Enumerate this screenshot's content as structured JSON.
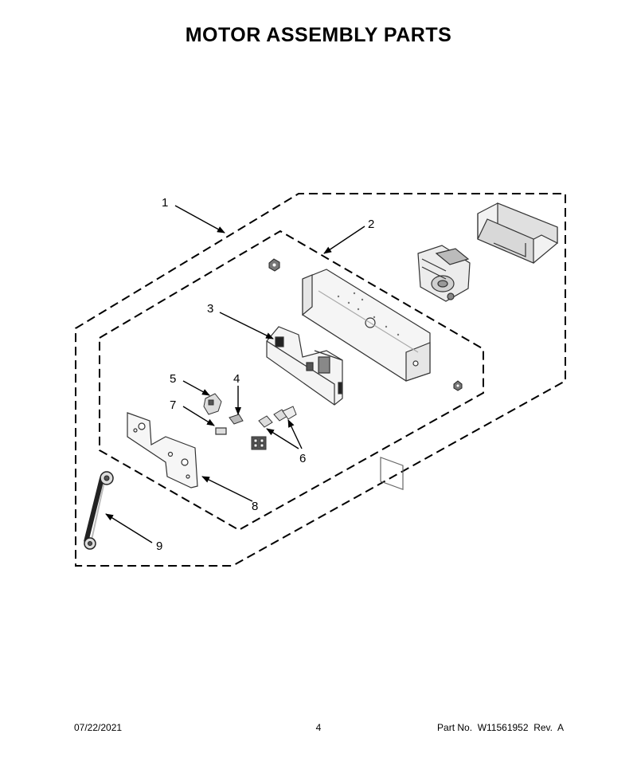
{
  "title": "MOTOR ASSEMBLY PARTS",
  "callouts": {
    "c1": "1",
    "c2": "2",
    "c3": "3",
    "c4": "4",
    "c5": "5",
    "c6": "6",
    "c7": "7",
    "c8": "8",
    "c9": "9"
  },
  "footer": {
    "date": "07/22/2021",
    "page": "4",
    "part": "Part No.  W11561952  Rev.  A"
  }
}
